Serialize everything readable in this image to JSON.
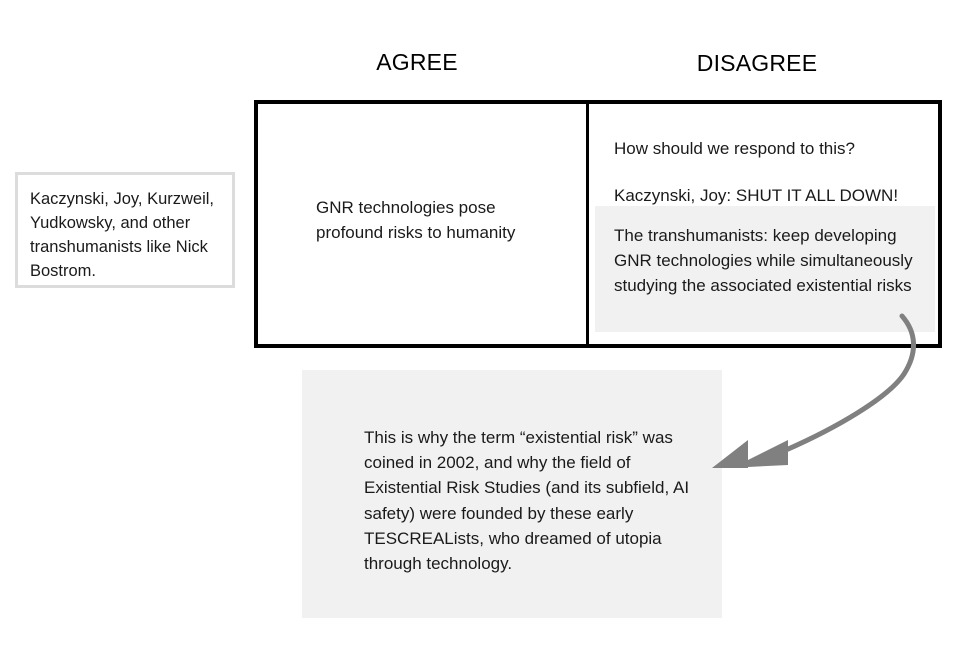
{
  "headers": {
    "agree": "AGREE",
    "disagree": "DISAGREE"
  },
  "left_note": {
    "text": "Kaczynski, Joy, Kurzweil, Yudkowsky, and other transhumanists like Nick Bostrom.",
    "border_color": "#dcdcdc"
  },
  "table": {
    "border_color": "#000000",
    "agree_cell": {
      "text": "GNR technologies pose profound risks to humanity"
    },
    "disagree_cell": {
      "question": "How should we respond to this?",
      "response_hardliners": "Kaczynski, Joy: SHUT IT ALL DOWN!",
      "response_transhumanists": "The transhumanists: keep developing GNR technologies while simultaneously studying the associated existential risks",
      "highlight_color": "#f1f1f1"
    }
  },
  "annotation": {
    "text": "This is why the term “existential risk” was coined in 2002, and why the field of Existential Risk Studies (and its subfield, AI safety) were founded by these early TESCREALists, who dreamed of utopia through technology.",
    "highlight_color": "#f1f1f1",
    "arrow_color": "#808080"
  }
}
